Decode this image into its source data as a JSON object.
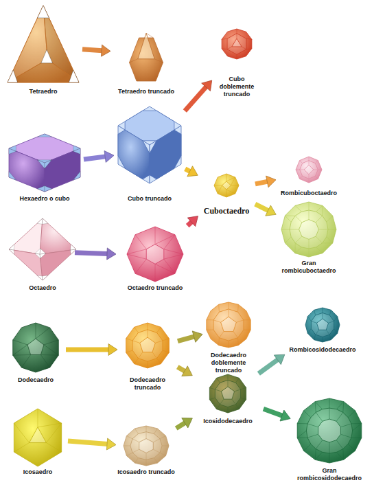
{
  "diagram": {
    "nodes": [
      {
        "text": [
          "Tetraedro"
        ]
      },
      {
        "text": [
          "Tetraedro truncado"
        ]
      },
      {
        "text": [
          "Cubo doblemente truncado"
        ]
      },
      {
        "text": [
          "Hexaedro o cubo"
        ]
      },
      {
        "text": [
          "Cubo truncado"
        ]
      },
      {
        "text": [
          "Rombicuboctaedro"
        ]
      },
      {
        "text": [
          "Cuboctaedro"
        ]
      },
      {
        "text": [
          "Octaedro"
        ]
      },
      {
        "text": [
          "Octaedro truncado"
        ]
      },
      {
        "text": [
          "Gran rombicuboctaedro"
        ]
      },
      {
        "text": [
          "Dodecaedro"
        ]
      },
      {
        "text": [
          "Dodecaedro truncado"
        ]
      },
      {
        "text": [
          "Dodecaedro doblemente truncado"
        ]
      },
      {
        "text": [
          "Rombicosidodecaedro"
        ]
      },
      {
        "text": [
          "Icosidodecaedro"
        ]
      },
      {
        "text": [
          "Gran rombicosidodecaedro"
        ]
      },
      {
        "text": [
          "Icosaedro"
        ]
      },
      {
        "text": [
          "Icosaedro truncado"
        ]
      }
    ],
    "edges": [
      {
        "from": 0,
        "to": 1,
        "arrow": "to"
      },
      {
        "from": 3,
        "to": 4,
        "arrow": "to"
      },
      {
        "from": 4,
        "to": 2,
        "arrow": "to"
      },
      {
        "from": 4,
        "to": 6,
        "arrow": "to"
      },
      {
        "from": 7,
        "to": 8,
        "arrow": "to"
      },
      {
        "from": 8,
        "to": 6,
        "arrow": "to"
      },
      {
        "from": 6,
        "to": 5,
        "arrow": "to"
      },
      {
        "from": 6,
        "to": 9,
        "arrow": "to"
      },
      {
        "from": 10,
        "to": 11,
        "arrow": "to"
      },
      {
        "from": 11,
        "to": 12,
        "arrow": "to"
      },
      {
        "from": 11,
        "to": 14,
        "arrow": "to"
      },
      {
        "from": 16,
        "to": 17,
        "arrow": "to"
      },
      {
        "from": 17,
        "to": 14,
        "arrow": "to"
      },
      {
        "from": 14,
        "to": 13,
        "arrow": "to"
      },
      {
        "from": 14,
        "to": 15,
        "arrow": "to"
      }
    ]
  }
}
